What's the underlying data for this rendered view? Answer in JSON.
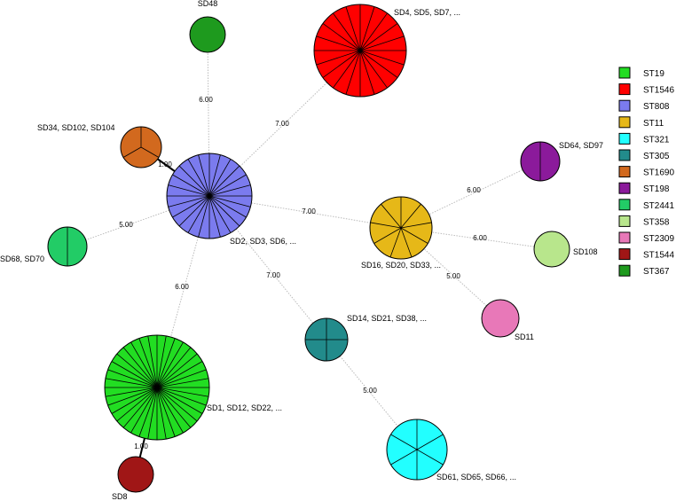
{
  "nodes": [
    {
      "id": "n_st808",
      "st": "ST808",
      "label": "SD2, SD3, SD6, ...",
      "color": "#7B7BEE",
      "slices": 24
    },
    {
      "id": "n_st1546",
      "st": "ST1546",
      "label": "SD4, SD5, SD7, ...",
      "color": "#FF0000",
      "slices": 20
    },
    {
      "id": "n_st367",
      "st": "ST367",
      "label": "SD48",
      "color": "#1E9A1E",
      "slices": 1
    },
    {
      "id": "n_st1690",
      "st": "ST1690",
      "label": "SD34, SD102, SD104",
      "color": "#D2691E",
      "slices": 3
    },
    {
      "id": "n_st2441",
      "st": "ST2441",
      "label": "SD68, SD70",
      "color": "#22CC66",
      "slices": 2
    },
    {
      "id": "n_st19",
      "st": "ST19",
      "label": "SD1, SD12, SD22, ...",
      "color": "#22DD22",
      "slices": 36
    },
    {
      "id": "n_st1544",
      "st": "ST1544",
      "label": "SD8",
      "color": "#A01616",
      "slices": 1
    },
    {
      "id": "n_st305",
      "st": "ST305",
      "label": "SD14, SD21, SD38, ...",
      "color": "#228B8B",
      "slices": 4
    },
    {
      "id": "n_st321",
      "st": "ST321",
      "label": "SD61, SD65, SD66, ...",
      "color": "#22FFFF",
      "slices": 6
    },
    {
      "id": "n_st11",
      "st": "ST11",
      "label": "SD16, SD20, SD33, ...",
      "color": "#E6B818",
      "slices": 9
    },
    {
      "id": "n_st198",
      "st": "ST198",
      "label": "SD64, SD97",
      "color": "#8B1A9B",
      "slices": 2
    },
    {
      "id": "n_st358",
      "st": "ST358",
      "label": "SD108",
      "color": "#B8E68C",
      "slices": 1
    },
    {
      "id": "n_st2309",
      "st": "ST2309",
      "label": "SD11",
      "color": "#E878B8",
      "slices": 1
    }
  ],
  "edges": [
    {
      "from": "n_st808",
      "to": "n_st367",
      "label": "6.00",
      "thick": false
    },
    {
      "from": "n_st808",
      "to": "n_st1546",
      "label": "7.00",
      "thick": false
    },
    {
      "from": "n_st808",
      "to": "n_st1690",
      "label": "1.00",
      "thick": true
    },
    {
      "from": "n_st808",
      "to": "n_st2441",
      "label": "5.00",
      "thick": false
    },
    {
      "from": "n_st808",
      "to": "n_st11",
      "label": "7.00",
      "thick": false
    },
    {
      "from": "n_st808",
      "to": "n_st19",
      "label": "6.00",
      "thick": false
    },
    {
      "from": "n_st808",
      "to": "n_st305",
      "label": "7.00",
      "thick": false
    },
    {
      "from": "n_st19",
      "to": "n_st1544",
      "label": "1.00",
      "thick": true
    },
    {
      "from": "n_st305",
      "to": "n_st321",
      "label": "5.00",
      "thick": false
    },
    {
      "from": "n_st11",
      "to": "n_st198",
      "label": "6.00",
      "thick": false
    },
    {
      "from": "n_st11",
      "to": "n_st358",
      "label": "6.00",
      "thick": false
    },
    {
      "from": "n_st11",
      "to": "n_st2309",
      "label": "5.00",
      "thick": false
    }
  ],
  "legend": [
    {
      "label": "ST19",
      "color": "#22DD22"
    },
    {
      "label": "ST1546",
      "color": "#FF0000"
    },
    {
      "label": "ST808",
      "color": "#7B7BEE"
    },
    {
      "label": "ST11",
      "color": "#E6B818"
    },
    {
      "label": "ST321",
      "color": "#22FFFF"
    },
    {
      "label": "ST305",
      "color": "#228B8B"
    },
    {
      "label": "ST1690",
      "color": "#D2691E"
    },
    {
      "label": "ST198",
      "color": "#8B1A9B"
    },
    {
      "label": "ST2441",
      "color": "#22CC66"
    },
    {
      "label": "ST358",
      "color": "#B8E68C"
    },
    {
      "label": "ST2309",
      "color": "#E878B8"
    },
    {
      "label": "ST1544",
      "color": "#A01616"
    },
    {
      "label": "ST367",
      "color": "#1E9A1E"
    }
  ]
}
